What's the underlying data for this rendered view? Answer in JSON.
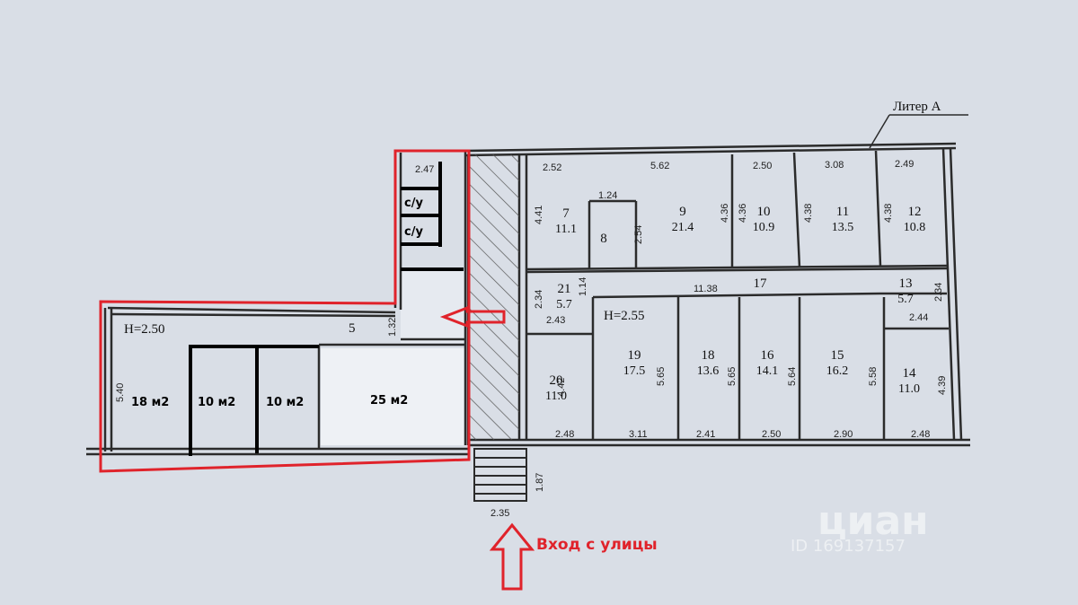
{
  "liter_label": "Литер А",
  "entrance_label": "Вход с улицы",
  "watermark": {
    "brand": "циан",
    "id": "ID 169137157"
  },
  "ceiling_heights": {
    "left_block": "H=2.50",
    "right_block": "H=2.55"
  },
  "highlighted_rooms": {
    "room_a_area": "18 м2",
    "room_b_area": "10 м2",
    "room_c_area": "10 м2",
    "room_d_area": "25 м2",
    "wc_1": "с/у",
    "wc_2": "с/у",
    "corridor_number": "5",
    "left_num_marker": "5"
  },
  "rooms": [
    {
      "number": "7",
      "area": "11.1"
    },
    {
      "number": "8",
      "area": ""
    },
    {
      "number": "9",
      "area": "21.4"
    },
    {
      "number": "10",
      "area": "10.9"
    },
    {
      "number": "11",
      "area": "13.5"
    },
    {
      "number": "12",
      "area": "10.8"
    },
    {
      "number": "13",
      "area": "5.7"
    },
    {
      "number": "14",
      "area": "11.0"
    },
    {
      "number": "15",
      "area": "16.2"
    },
    {
      "number": "16",
      "area": "14.1"
    },
    {
      "number": "17",
      "area": ""
    },
    {
      "number": "18",
      "area": "13.6"
    },
    {
      "number": "19",
      "area": "17.5"
    },
    {
      "number": "20",
      "area": "11.0"
    },
    {
      "number": "21",
      "area": "5.7"
    }
  ],
  "dimensions": {
    "top_wc": "2.47",
    "top_1": "2.52",
    "top_2": "5.62",
    "top_3": "2.50",
    "top_4": "3.08",
    "top_5": "2.49",
    "room7_h": "4.41",
    "room8_w": "1.24",
    "room8_h": "2.54",
    "room9_h": "4.36",
    "room10_h": "4.36",
    "room11_h": "4.38",
    "room12_h": "4.38",
    "corr_1": "1.14",
    "corr_2": "11.38",
    "room21_h": "2.34",
    "room21_w": "2.43",
    "room13_h": "2.34",
    "room13_w": "2.44",
    "left_h": "5.40",
    "stair_1": "1.32",
    "room20_h": "4.42",
    "room19_h": "5.65",
    "room18_h": "5.65",
    "room16_h": "5.64",
    "room15_h": "5.58",
    "room14_h": "4.39",
    "bot_1": "2.48",
    "bot_2": "3.11",
    "bot_3": "2.41",
    "bot_4": "2.50",
    "bot_5": "2.90",
    "bot_6": "2.48",
    "porch_h": "1.87",
    "porch_w": "2.35"
  }
}
